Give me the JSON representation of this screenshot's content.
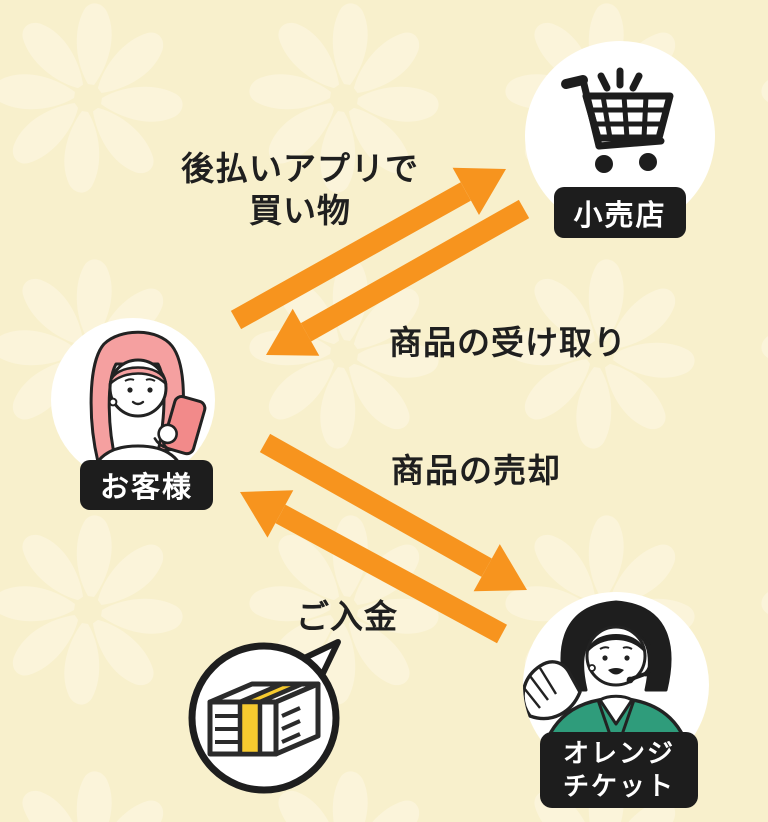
{
  "diagram": {
    "title_hint": "pay-later app flow diagram",
    "nodes": {
      "retailer": {
        "label": "小売店",
        "icon": "shopping-cart-icon"
      },
      "customer": {
        "label": "お客様",
        "icon": "customer-avatar"
      },
      "orange_ticket": {
        "label_line1": "オレンジ",
        "label_line2": "チケット",
        "icon": "operator-avatar"
      },
      "payment_bubble": {
        "icon": "money-stack-icon"
      }
    },
    "flows": [
      {
        "from": "customer",
        "to": "retailer",
        "label_line1": "後払いアプリで",
        "label_line2": "買い物"
      },
      {
        "from": "retailer",
        "to": "customer",
        "label": "商品の受け取り"
      },
      {
        "from": "customer",
        "to": "orange_ticket",
        "label": "商品の売却"
      },
      {
        "from": "orange_ticket",
        "to": "customer",
        "label": "ご入金"
      }
    ],
    "colors": {
      "background": "#F8F0CC",
      "pattern_petal": "#FBF4DA",
      "arrow_orange": "#F7941E",
      "label_bg": "#1D1D1D",
      "label_text": "#FFFFFF",
      "text": "#1F1F1F",
      "outline": "#222222",
      "hair_pink": "#F5A0A0",
      "phone_pink": "#F28A8A",
      "jacket_green": "#2F9C7B",
      "money_band_yellow": "#F7CB2F",
      "node_circle": "#FFFFFF"
    }
  }
}
